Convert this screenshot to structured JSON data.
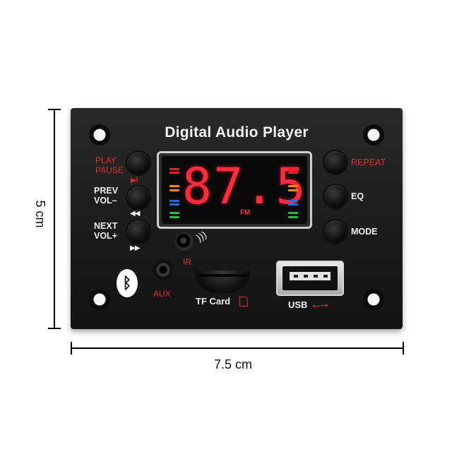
{
  "dimensions": {
    "height_label": "5 cm",
    "width_label": "7.5 cm"
  },
  "board": {
    "title": "Digital  Audio Player",
    "display": {
      "frequency": "87.5",
      "band": "FM"
    },
    "left_buttons": [
      {
        "line1": "PLAY",
        "line2": "PAUSE",
        "glyph": "▶‖",
        "label_color": "#d9322a"
      },
      {
        "line1": "PREV",
        "line2": "VOL–",
        "glyph": "◀◀"
      },
      {
        "line1": "NEXT",
        "line2": "VOL+",
        "glyph": "▶▶"
      }
    ],
    "right_buttons": [
      {
        "label": "REPEAT",
        "label_color": "#d9322a"
      },
      {
        "label": "EQ"
      },
      {
        "label": "MODE"
      }
    ],
    "ir_label": "IR",
    "aux_label": "AUX",
    "tf_label": "TF Card",
    "usb_label": "USB",
    "bluetooth_icon": "bluetooth-icon",
    "eq_colors": [
      "#ff2020",
      "#ff8a00",
      "#1e6cff",
      "#22c03a"
    ],
    "display_color": "#ff2a3a"
  }
}
